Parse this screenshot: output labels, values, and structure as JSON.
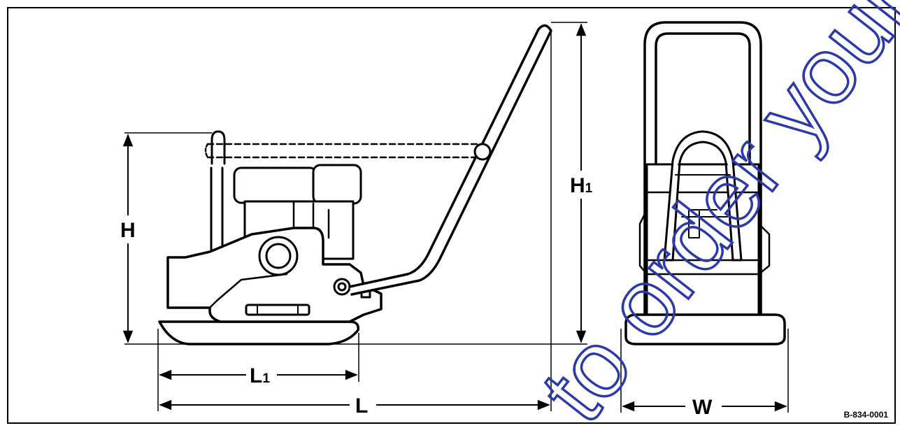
{
  "dimensions": {
    "H": "H",
    "H1": {
      "base": "H",
      "sub": "1"
    },
    "L": "L",
    "L1": {
      "base": "L",
      "sub": "1"
    },
    "W": "W"
  },
  "figure_code": "B-834-0001",
  "watermark": "to order your par"
}
